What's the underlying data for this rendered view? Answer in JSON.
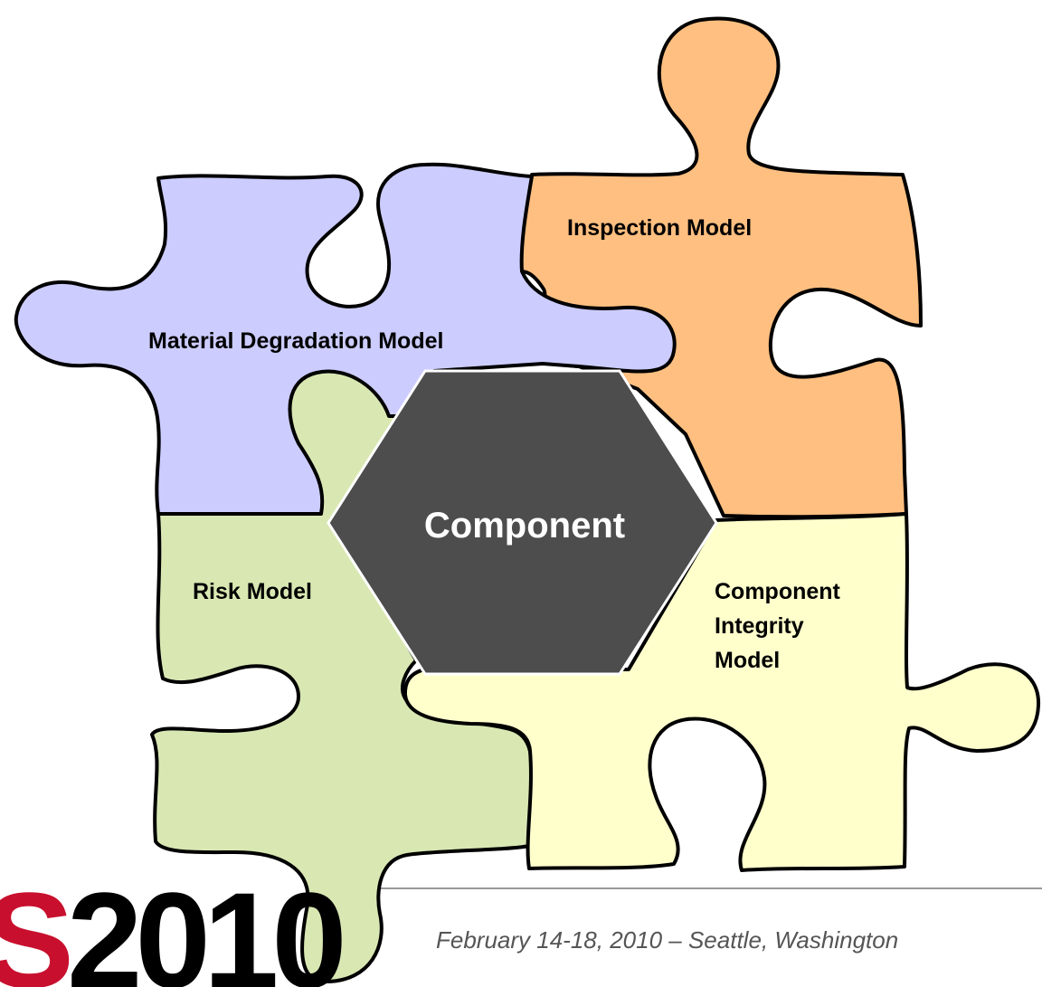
{
  "pieces": {
    "material": {
      "label": "Material Degradation Model",
      "fill": "#ccccff"
    },
    "inspection": {
      "label": "Inspection Model",
      "fill": "#ffbf80"
    },
    "risk": {
      "label": "Risk Model",
      "fill": "#d9e8b3"
    },
    "integrity": {
      "label_lines": [
        "Component",
        "Integrity",
        "Model"
      ],
      "fill": "#ffffcc"
    }
  },
  "center": {
    "label": "Component",
    "fill": "#4d4d4d"
  },
  "footer": {
    "logo_prefix": "S",
    "logo_year": "2010",
    "logo_prefix_color": "#c8102e",
    "logo_year_color": "#000000",
    "date_text": "February 14-18, 2010 – Seattle, Washington"
  }
}
